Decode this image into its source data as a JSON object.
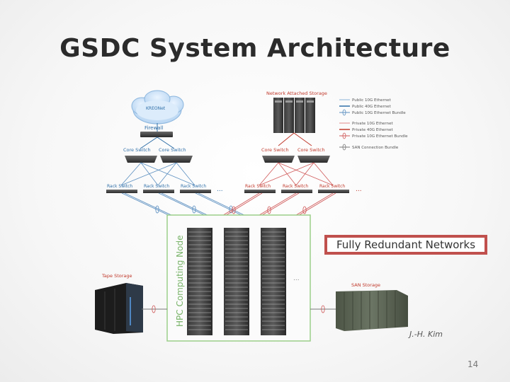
{
  "slide": {
    "title": "GSDC System Architecture",
    "callout": "Fully Redundant Networks",
    "author": "J.-H. Kim",
    "page_number": "14"
  },
  "diagram": {
    "cloud": "KREONet",
    "firewall": "Firewall",
    "nas": "Network Attached Storage",
    "core_switch": "Core Switch",
    "rack_switch": "Rack Switch",
    "hpc": "HPC Computing Node",
    "tape": "Tape Storage",
    "san": "SAN Storage",
    "ellipsis": "..."
  },
  "legend": [
    {
      "label": "Public 10G Ethernet",
      "color": "#8ab4d8"
    },
    {
      "label": "Public 40G Ethernet",
      "color": "#2f6fa8"
    },
    {
      "label": "Public 10G Ethernet Bundle",
      "color": "#5b8fc0"
    },
    {
      "label": "Private 10G Ethernet",
      "color": "#e08a8a"
    },
    {
      "label": "Private 40G Ethernet",
      "color": "#c0392b"
    },
    {
      "label": "Private 10G Ethernet Bundle",
      "color": "#d05a5a"
    },
    {
      "label": "SAN Connection Bundle",
      "color": "#7a7a7a"
    }
  ],
  "colors": {
    "public": "#4f87c2",
    "private": "#cc3b3b",
    "hpc_frame": "#9bcf8a",
    "callout_border": "#c0504d",
    "label_red": "#c0392b",
    "label_blue": "#2f6fa8"
  }
}
